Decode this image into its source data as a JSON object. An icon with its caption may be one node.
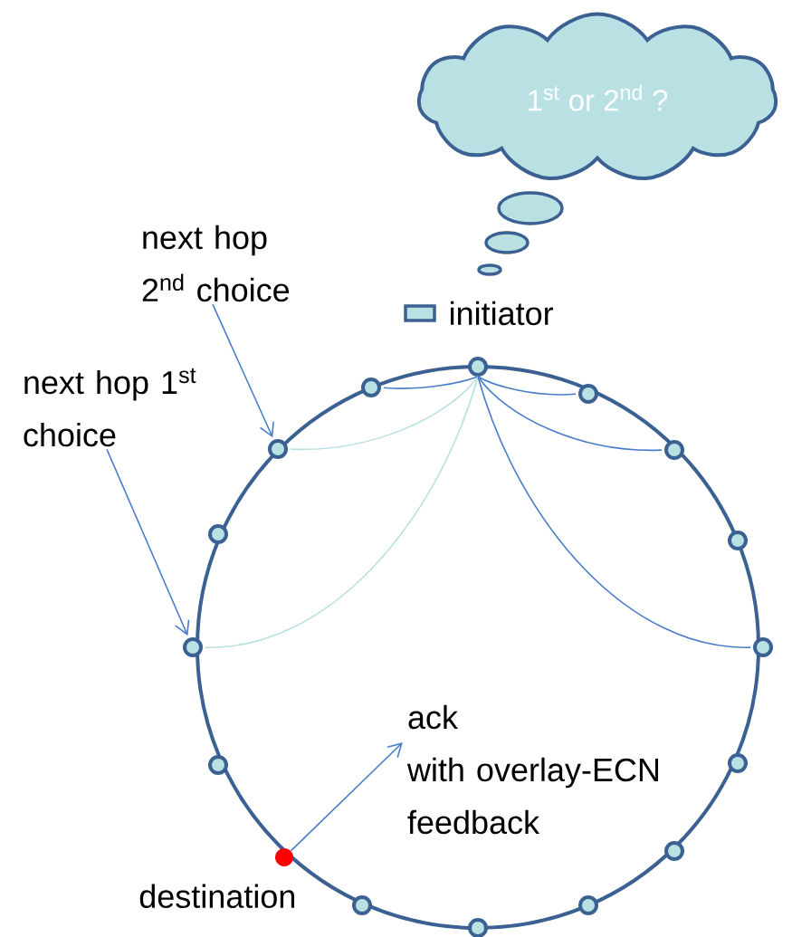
{
  "diagram": {
    "nodes": [
      {
        "text": [
          "1$^{st}$ or 2$^{nd}$ ?"
        ]
      },
      {
        "text": [
          "next hop 2$^{nd}$ choice"
        ]
      },
      {
        "text": [
          "next hop 1$^{st}$ choice"
        ]
      },
      {
        "text": [],
        "shape": "circle"
      },
      {
        "text": [],
        "shape": "circle"
      },
      {
        "text": [],
        "shape": "circle"
      },
      {
        "text": [],
        "shape": "circle"
      },
      {
        "text": [],
        "shape": "circle"
      },
      {
        "text": [],
        "shape": "circle"
      },
      {
        "text": [],
        "shape": "circle"
      },
      {
        "text": [],
        "shape": "circle"
      },
      {
        "text": [],
        "shape": "circle"
      },
      {
        "text": [],
        "shape": "circle"
      },
      {
        "text": [],
        "shape": "circle"
      },
      {
        "text": [],
        "shape": "circle"
      },
      {
        "text": [],
        "shape": "circle",
        "beside": [
          "destination"
        ]
      },
      {
        "text": [],
        "shape": "circle"
      },
      {
        "text": [],
        "shape": "circle"
      },
      {
        "text": [],
        "shape": "circle"
      },
      {
        "text": [
          "ack",
          "with overlay-ECN feedback"
        ]
      }
    ],
    "edges": [
      {
        "from": 3,
        "to": 4,
        "arrow": "none"
      },
      {
        "from": 3,
        "to": 5,
        "arrow": "none"
      },
      {
        "from": 3,
        "to": 6,
        "arrow": "none",
        "color": "#b9e0e3"
      },
      {
        "from": 3,
        "to": 7,
        "arrow": "none"
      },
      {
        "from": 3,
        "to": 10,
        "arrow": "none",
        "color": "#b9e0e3"
      },
      {
        "from": 3,
        "to": 11,
        "arrow": "none"
      },
      {
        "from": 1,
        "to": 6,
        "arrow": "to"
      },
      {
        "from": 2,
        "to": 10,
        "arrow": "to"
      },
      {
        "from": 15,
        "to": 19,
        "arrow": "to"
      }
    ],
    "legend": [
      {
        "text": "initiator",
        "color": "#b9e0e3"
      }
    ]
  }
}
